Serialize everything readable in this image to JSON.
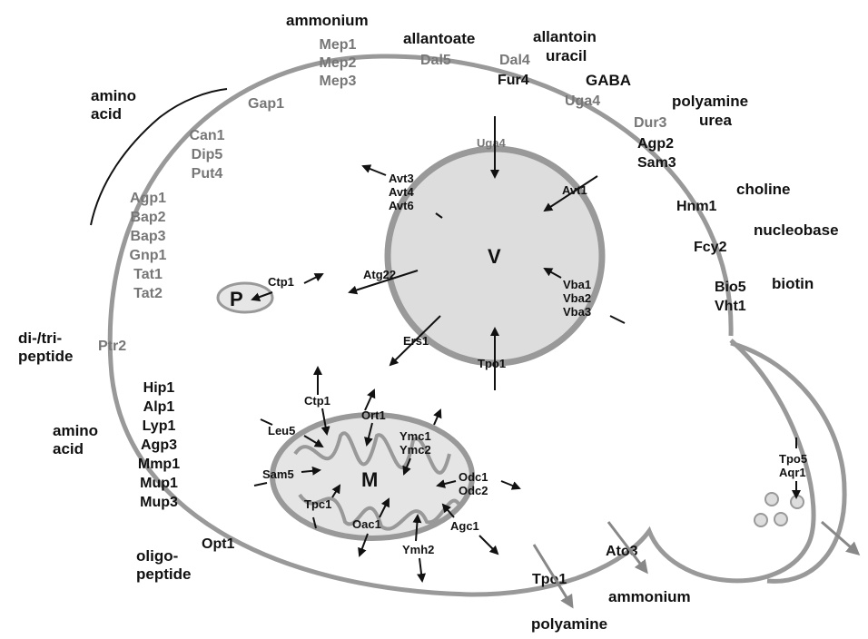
{
  "substrates": {
    "ammonium_top": "ammonium",
    "allantoate": "allantoate",
    "allantoin": "allantoin",
    "uracil": "uracil",
    "gaba": "GABA",
    "polyamine_r": "polyamine",
    "urea": "urea",
    "choline": "choline",
    "nucleobase": "nucleobase",
    "biotin": "biotin",
    "amino_acid_top": "amino\nacid",
    "dipeptide": "di-/tri-\npeptide",
    "amino_acid_mid": "amino\nacid",
    "oligopeptide": "oligo-\npeptide",
    "ammonium_bottom": "ammonium",
    "polyamine_bottom": "polyamine"
  },
  "plasma_membrane": {
    "mep": "Mep1\nMep2\nMep3",
    "dal5": "Dal5",
    "dal4": "Dal4",
    "fur4": "Fur4",
    "uga4": "Uga4",
    "dur3": "Dur3",
    "agp2_sam3": "Agp2\nSam3",
    "hnm1": "Hnm1",
    "fcy2": "Fcy2",
    "bio5_vht1": "Bio5\nVht1",
    "gap1": "Gap1",
    "can1_group": "Can1\nDip5\nPut4",
    "agp1_group": "Agp1\nBap2\nBap3\nGnp1\nTat1\nTat2",
    "ptr2": "Ptr2",
    "hip1_group": "Hip1\nAlp1\nLyp1\nAgp3\nMmp1\nMup1\nMup3",
    "opt1": "Opt1",
    "tpo1": "Tpo1",
    "ato3": "Ato3"
  },
  "vacuole": {
    "label": "V",
    "uga4": "Uga4",
    "avt_group": "Avt3\nAvt4\nAvt6",
    "avt1": "Avt1",
    "atg22": "Atg22",
    "vba_group": "Vba1\nVba2\nVba3",
    "ers1": "Ers1",
    "tpo1": "Tpo1"
  },
  "peroxisome": {
    "label": "P",
    "ctp1": "Ctp1"
  },
  "mitochondrion": {
    "label": "M",
    "ctp1": "Ctp1",
    "ort1": "Ort1",
    "leu5": "Leu5",
    "ymc_group": "Ymc1\nYmc2",
    "sam5": "Sam5",
    "odc_group": "Odc1\nOdc2",
    "tpc1": "Tpc1",
    "oac1": "Oac1",
    "agc1": "Agc1",
    "ymh2": "Ymh2"
  },
  "vesicles": {
    "tpo5_aqr1": "Tpo5\nAqr1"
  }
}
